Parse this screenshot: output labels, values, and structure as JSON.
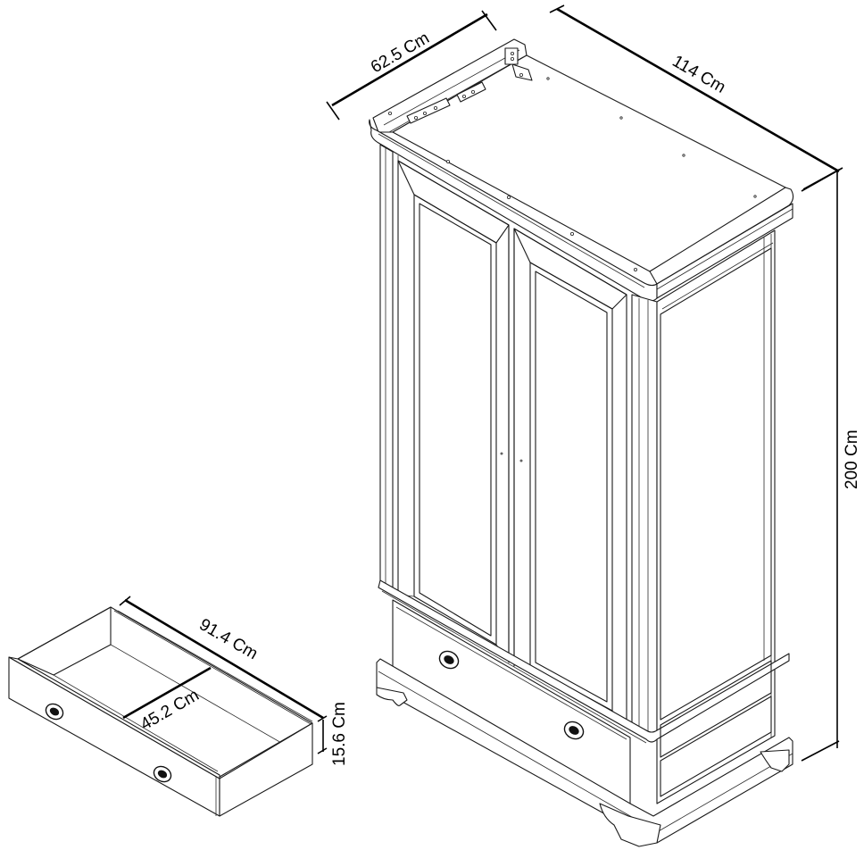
{
  "diagram": {
    "subject": "Two-door wardrobe with drawer",
    "unit": "Cm",
    "dimensions": {
      "depth": "62.5 Cm",
      "width": "114 Cm",
      "height": "200 Cm",
      "drawer_width": "91.4 Cm",
      "drawer_depth": "45.2 Cm",
      "drawer_height": "15.6 Cm"
    },
    "colors": {
      "line": "#1a1a1a",
      "background": "#ffffff"
    }
  }
}
